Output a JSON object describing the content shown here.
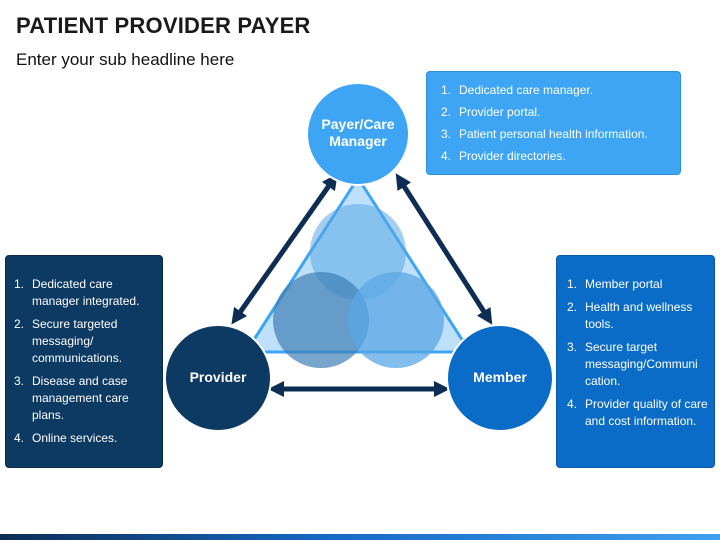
{
  "title": "PATIENT PROVIDER PAYER",
  "subtitle": "Enter your sub headline here",
  "nodes": {
    "payer": "Payer/Care Manager",
    "provider": "Provider",
    "member": "Member"
  },
  "boxes": {
    "payer": [
      {
        "num": "1.",
        "text": "Dedicated care manager."
      },
      {
        "num": "2.",
        "text": "Provider portal."
      },
      {
        "num": "3.",
        "text": "Patient personal health information."
      },
      {
        "num": "4.",
        "text": "Provider directories."
      }
    ],
    "provider": [
      {
        "num": "1.",
        "text": "Dedicated care manager integrated."
      },
      {
        "num": "2.",
        "text": "Secure targeted messaging/ communications."
      },
      {
        "num": "3.",
        "text": "Disease and case management care plans."
      },
      {
        "num": "4.",
        "text": "Online services."
      }
    ],
    "member": [
      {
        "num": "1.",
        "text": "Member portal"
      },
      {
        "num": "2.",
        "text": "Health and wellness tools."
      },
      {
        "num": "3.",
        "text": "Secure target messaging/Communi cation."
      },
      {
        "num": "4.",
        "text": "Provider quality of care and cost information."
      }
    ]
  },
  "colors": {
    "payer_circle": "#3da5f4",
    "provider_circle": "#0d3a63",
    "member_circle": "#0b6cc7",
    "arrow": "#0d2d55",
    "triangle_fill": "#bfe0fb"
  }
}
